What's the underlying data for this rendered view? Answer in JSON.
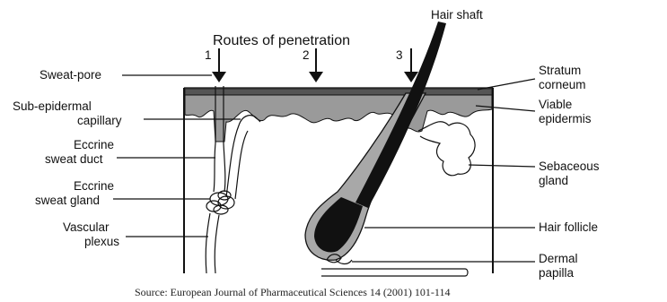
{
  "diagram": {
    "title": "Routes of penetration",
    "routes": [
      "1",
      "2",
      "3"
    ],
    "labels": {
      "hair_shaft": "Hair shaft",
      "sweat_pore": "Sweat-pore",
      "sub_epidermal_1": "Sub-epidermal",
      "sub_epidermal_2": "capillary",
      "eccrine_duct_1": "Eccrine",
      "eccrine_duct_2": "sweat duct",
      "eccrine_gland_1": "Eccrine",
      "eccrine_gland_2": "sweat gland",
      "vascular_1": "Vascular",
      "vascular_2": "plexus",
      "stratum_1": "Stratum",
      "stratum_2": "corneum",
      "viable_1": "Viable",
      "viable_2": "epidermis",
      "sebaceous_1": "Sebaceous",
      "sebaceous_2": "gland",
      "hair_follicle": "Hair follicle",
      "dermal_1": "Dermal",
      "dermal_2": "papilla"
    },
    "source": "Source: European Journal of Pharmaceutical Sciences  14 (2001)  101-114"
  }
}
